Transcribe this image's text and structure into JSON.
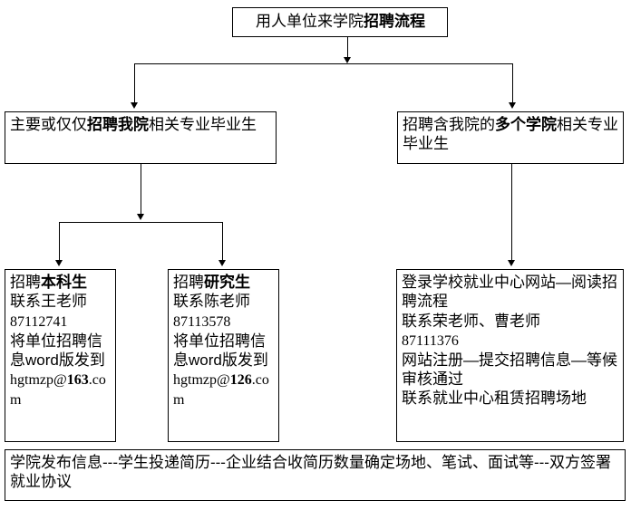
{
  "diagram": {
    "title": "用人单位来学院招聘流程",
    "type": "flowchart",
    "nodes": {
      "root": {
        "text_plain": "用人单位来学院招聘流程",
        "text_normal": "用人单位来学院",
        "text_bold": "招聘流程"
      },
      "own_college": {
        "text_plain": "主要或仅仅招聘我院相关专业毕业生",
        "part1": "主要或仅仅",
        "part_bold": "招聘我院",
        "part2": "相关专业毕业生"
      },
      "multi_college": {
        "text_plain": "招聘含我院的多个学院相关专业毕业生",
        "part1": "招聘含我院的",
        "part_bold": "多个学院",
        "part2": "相关专业毕业生"
      },
      "undergrad": {
        "heading_prefix": "招聘",
        "heading_bold": "本科生",
        "contact": "联系王老师",
        "phone": "87112741",
        "instruction": "将单位招聘信息word版发到",
        "email_user": "hgtmzp@",
        "email_domain_bold": "163",
        "email_suffix": ".com"
      },
      "graduate": {
        "heading_prefix": "招聘",
        "heading_bold": "研究生",
        "contact": "联系陈老师",
        "phone": "87113578",
        "instruction": "将单位招聘信息word版发到",
        "email_user": "hgtmzp@",
        "email_domain_bold": "126",
        "email_suffix": ".com"
      },
      "employment_center": {
        "line1": "登录学校就业中心网站—阅读招聘流程",
        "line2": "联系荣老师、曹老师",
        "line3": "87111376",
        "line4": "网站注册—提交招聘信息—等候审核通过",
        "line5": "联系就业中心租赁招聘场地"
      },
      "footer": {
        "text": "学院发布信息---学生投递简历---企业结合收简历数量确定场地、笔试、面试等---双方签署就业协议"
      }
    },
    "edges": [
      {
        "from": "root",
        "to": "own_college",
        "style": "elbow-split-arrow"
      },
      {
        "from": "root",
        "to": "multi_college",
        "style": "elbow-split-arrow"
      },
      {
        "from": "own_college",
        "to": "undergrad",
        "style": "elbow-split-arrow"
      },
      {
        "from": "own_college",
        "to": "graduate",
        "style": "elbow-split-arrow"
      },
      {
        "from": "multi_college",
        "to": "employment_center",
        "style": "straight-arrow"
      }
    ],
    "colors": {
      "line": "#000000",
      "box_border": "#000000",
      "background": "#ffffff",
      "text": "#000000"
    }
  }
}
